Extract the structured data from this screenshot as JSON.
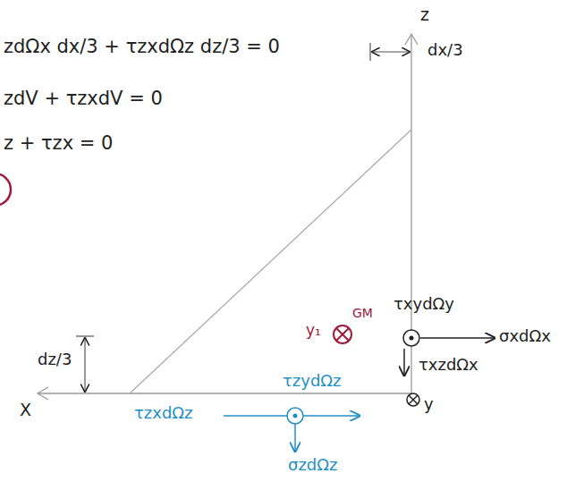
{
  "diagram": {
    "labels": [
      "zdΩx dx/3 + τzxdΩz dz/3 = 0",
      "dx/3",
      "zdV + τzxdV = 0",
      "z + τzx = 0",
      "z",
      "dz/3",
      "X",
      "y",
      "GM",
      "y₁",
      "τxydΩy",
      "σxdΩx",
      "τxzdΩx",
      "τzydΩz",
      "τzxdΩz",
      "σzdΩz"
    ]
  }
}
